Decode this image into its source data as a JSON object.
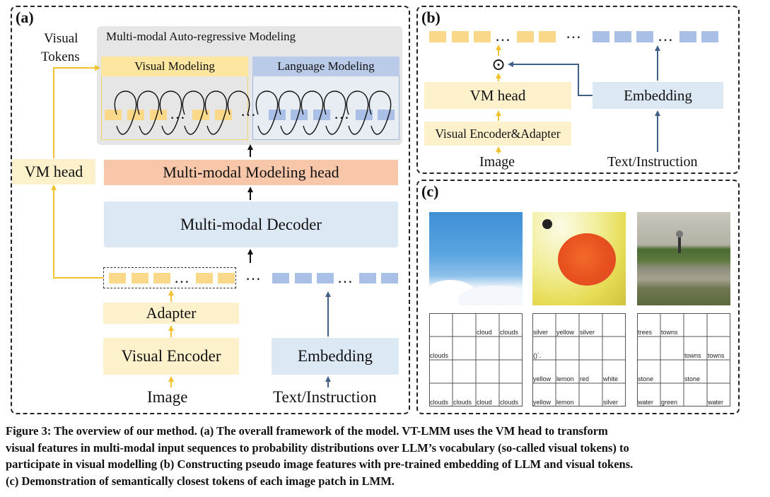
{
  "panel_a": {
    "label": "(a)",
    "visual_tokens_label_1": "Visual",
    "visual_tokens_label_2": "Tokens",
    "mm_ar_title": "Multi-modal Auto-regressive Modeling",
    "visual_modeling": "Visual Modeling",
    "language_modeling": "Language Modeling",
    "mm_head": "Multi-modal Modeling head",
    "decoder": "Multi-modal Decoder",
    "vm_head": "VM head",
    "adapter": "Adapter",
    "visual_encoder": "Visual Encoder",
    "embedding": "Embedding",
    "image": "Image",
    "text_instruction": "Text/Instruction"
  },
  "panel_b": {
    "label": "(b)",
    "vm_head": "VM head",
    "embedding": "Embedding",
    "visual_encoder_adapter": "Visual Encoder&Adapter",
    "image": "Image",
    "text_instruction": "Text/Instruction",
    "odot": "⊙"
  },
  "panel_c": {
    "label": "(c)",
    "grids": [
      {
        "cells": [
          [
            "",
            "",
            "cloud",
            "clouds"
          ],
          [
            "clouds",
            "",
            "",
            ""
          ],
          [
            "",
            "",
            "",
            ""
          ],
          [
            "clouds",
            "clouds",
            "cloud",
            "clouds"
          ]
        ]
      },
      {
        "cells": [
          [
            "silver",
            "yellow",
            "silver",
            ""
          ],
          [
            "()`.",
            "",
            "",
            ""
          ],
          [
            "yellow",
            "lemon",
            "red",
            "white"
          ],
          [
            "yellow",
            "lemon",
            "",
            "silver"
          ]
        ]
      },
      {
        "cells": [
          [
            "trees",
            "towns",
            "",
            ""
          ],
          [
            "",
            "",
            "towns",
            "towns"
          ],
          [
            "stone",
            "",
            "stone",
            ""
          ],
          [
            "water",
            "green",
            "",
            "water"
          ]
        ]
      }
    ]
  },
  "ellipsis": "…",
  "caption": {
    "line1": "Figure 3: The overview of our method. (a) The overall framework of the model. VT-LMM uses the VM head to transform",
    "line2": "visual features in multi-modal input sequences to probability distributions over LLM’s vocabulary (so-called visual tokens) to",
    "line3": "participate in visual modelling (b) Constructing pseudo image features with pre-trained embedding of LLM and visual tokens.",
    "line4": "(c) Demonstration of semantically closest tokens of each image patch in LMM."
  },
  "colors": {
    "token_yellow": "#fad88a",
    "token_blue": "#a9bfe6",
    "box_yellow": "#fdf1cc",
    "box_blue": "#dde8f5",
    "head_orange": "#f8c6a8",
    "arrow_yellow": "#f2c12e",
    "arrow_blue": "#3e5f86"
  }
}
